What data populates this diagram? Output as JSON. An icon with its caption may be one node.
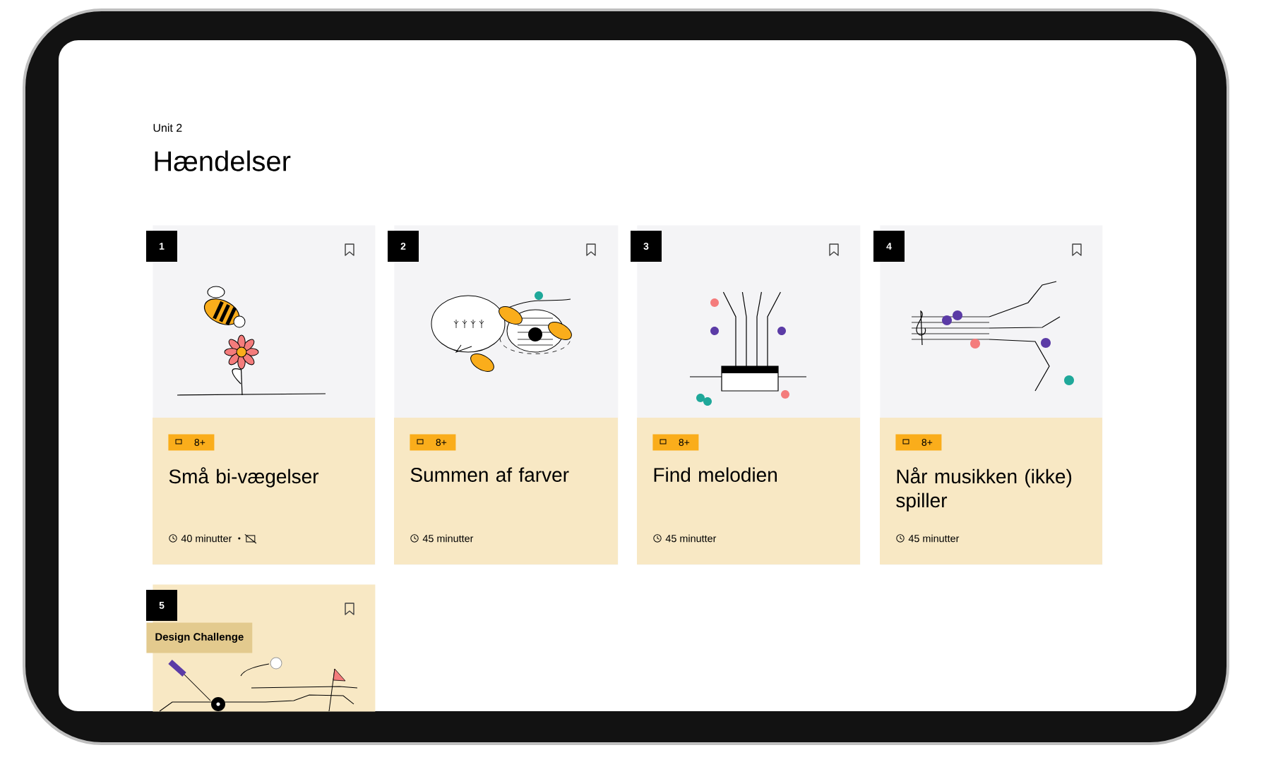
{
  "diagram": {
    "title": "Hændelser",
    "nodes": [
      {
        "text": [
          "1",
          "8+",
          "Små bi-vægelser",
          "40 minutter"
        ]
      },
      {
        "text": [
          "2",
          "8+",
          "Summen af farver",
          "45 minutter"
        ]
      },
      {
        "text": [
          "3",
          "8+",
          "Find melodien",
          "45 minutter"
        ]
      },
      {
        "text": [
          "4",
          "8+",
          "Når musikken (ikke) spiller",
          "45 minutter"
        ]
      },
      {
        "text": [
          "5",
          "Design Challenge"
        ]
      }
    ],
    "labels": [
      "Unit 2"
    ]
  }
}
